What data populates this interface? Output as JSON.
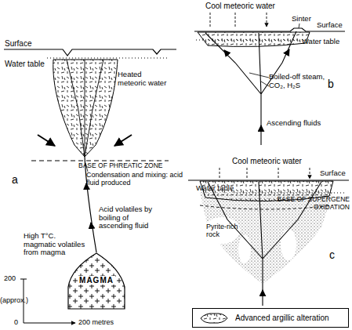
{
  "diagram": {
    "nodes": [
      {
        "text": [
          "MAGMA"
        ]
      }
    ],
    "labels": [
      "Surface",
      "Water table",
      "Heated meteoric water",
      "Condensation and mixing: acid fluid produced",
      "BASE OF PHREATIC ZONE",
      "a",
      "Acid volatiles by boiling of ascending fluid",
      "High T°C. magmatic volatiles from magma",
      "200",
      "(approx.)",
      "0",
      "200 metres",
      "Cool meteoric water",
      "Sinter",
      "Surface",
      "Water table",
      "Boiled-off steam, CO₂, H₂S",
      "Ascending fluids",
      "b",
      "Cool meteoric water",
      "Surface",
      "Water table",
      "BASE OF SUPERGENE OXIDATION",
      "Pyrite-rich rock",
      "c"
    ],
    "legend": [
      {
        "text": "Advanced argillic alteration"
      }
    ]
  }
}
